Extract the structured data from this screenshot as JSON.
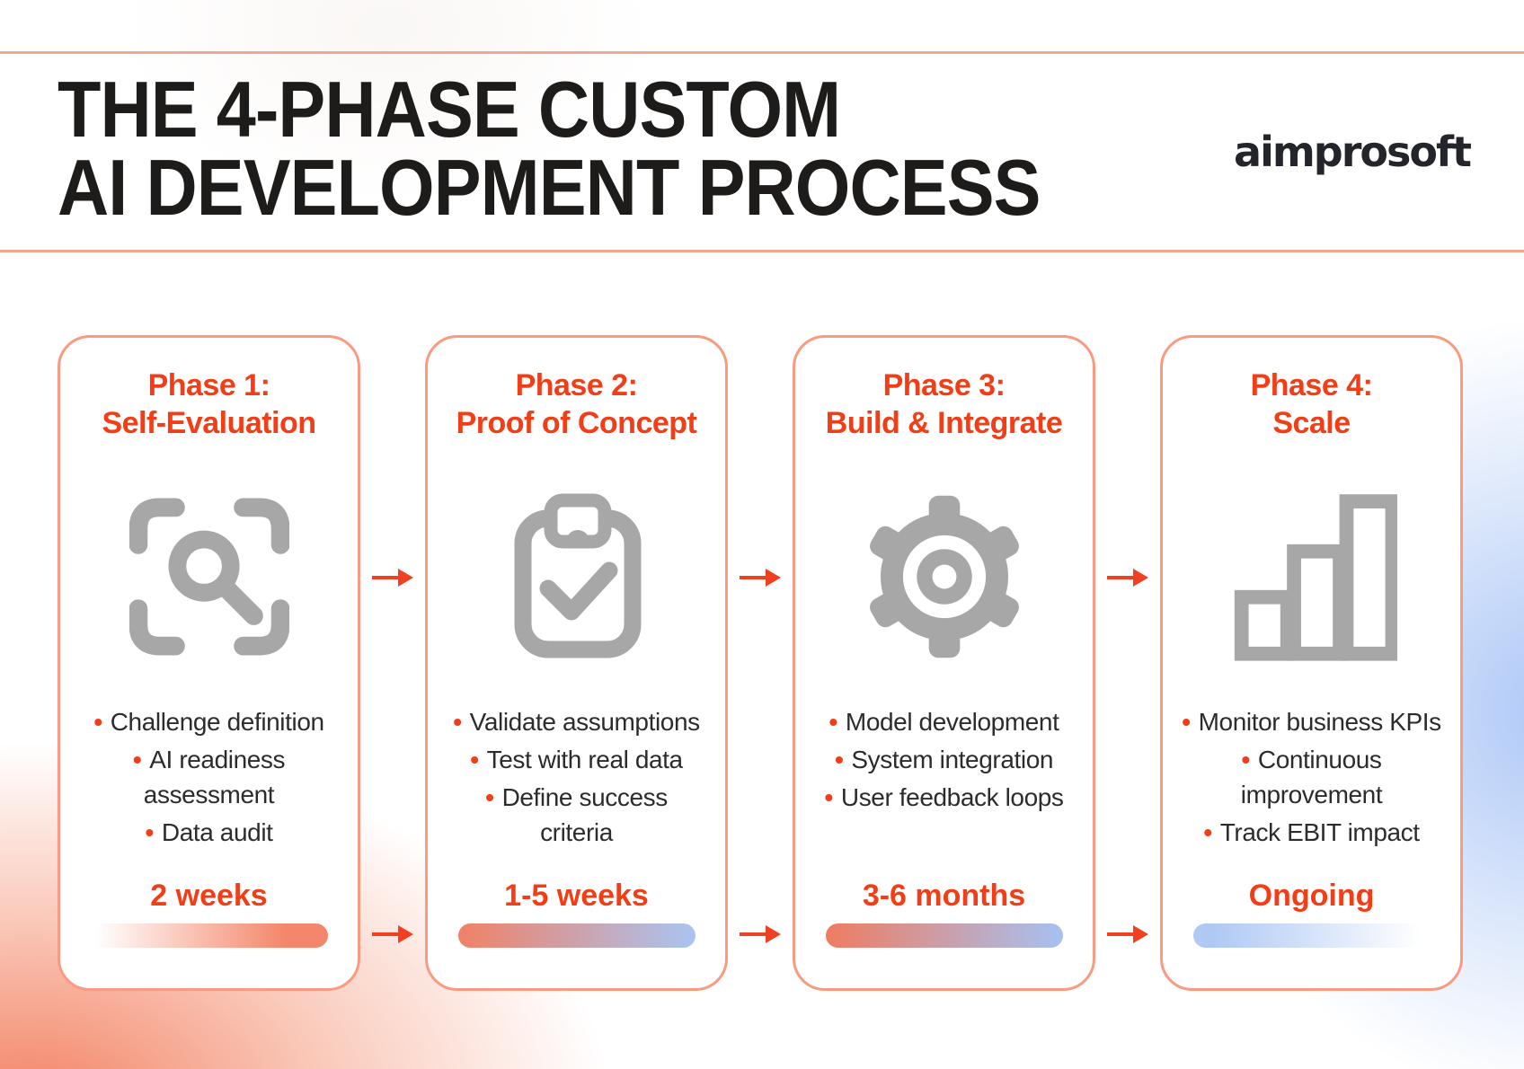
{
  "header": {
    "title_line1": "THE 4-PHASE CUSTOM",
    "title_line2": "AI DEVELOPMENT PROCESS",
    "logo_text": "aimprosoft"
  },
  "bullet_char": "•",
  "phases": [
    {
      "heading_line1": "Phase 1:",
      "heading_line2": "Self-Evaluation",
      "icon": "scan-search-icon",
      "bullets": [
        "Challenge definition",
        "AI readiness\nassessment",
        "Data audit"
      ],
      "duration": "2 weeks",
      "bar_gradient": {
        "start": "#ffffff",
        "end": "#f4876b"
      }
    },
    {
      "heading_line1": "Phase 2:",
      "heading_line2": "Proof of Concept",
      "icon": "clipboard-check-icon",
      "bullets": [
        "Validate assumptions",
        "Test with real data",
        "Define success\ncriteria"
      ],
      "duration": "1-5 weeks",
      "bar_gradient": {
        "start": "#f08166",
        "end": "#a9c4f2"
      }
    },
    {
      "heading_line1": "Phase 3:",
      "heading_line2": "Build & Integrate",
      "icon": "gear-icon",
      "bullets": [
        "Model development",
        "System integration",
        "User feedback loops"
      ],
      "duration": "3-6 months",
      "bar_gradient": {
        "start": "#ef7c61",
        "end": "#a6c1f2"
      }
    },
    {
      "heading_line1": "Phase 4:",
      "heading_line2": "Scale",
      "icon": "bar-chart-icon",
      "bullets": [
        "Monitor business KPIs",
        "Continuous\nimprovement",
        "Track EBIT impact"
      ],
      "duration": "Ongoing",
      "bar_gradient": {
        "start": "#afc9f4",
        "end": "#ffffff"
      }
    }
  ],
  "colors": {
    "accent_orange": "#F23D16",
    "card_border": "#F89B81",
    "divider": "#F3A78E",
    "icon_gray": "#A7A7A7",
    "text_dark": "#2C2C2C",
    "title_black": "#1D1C1A",
    "bg_glow_orange": "#F27C5C",
    "bg_glow_blue": "#A8C4F6"
  }
}
